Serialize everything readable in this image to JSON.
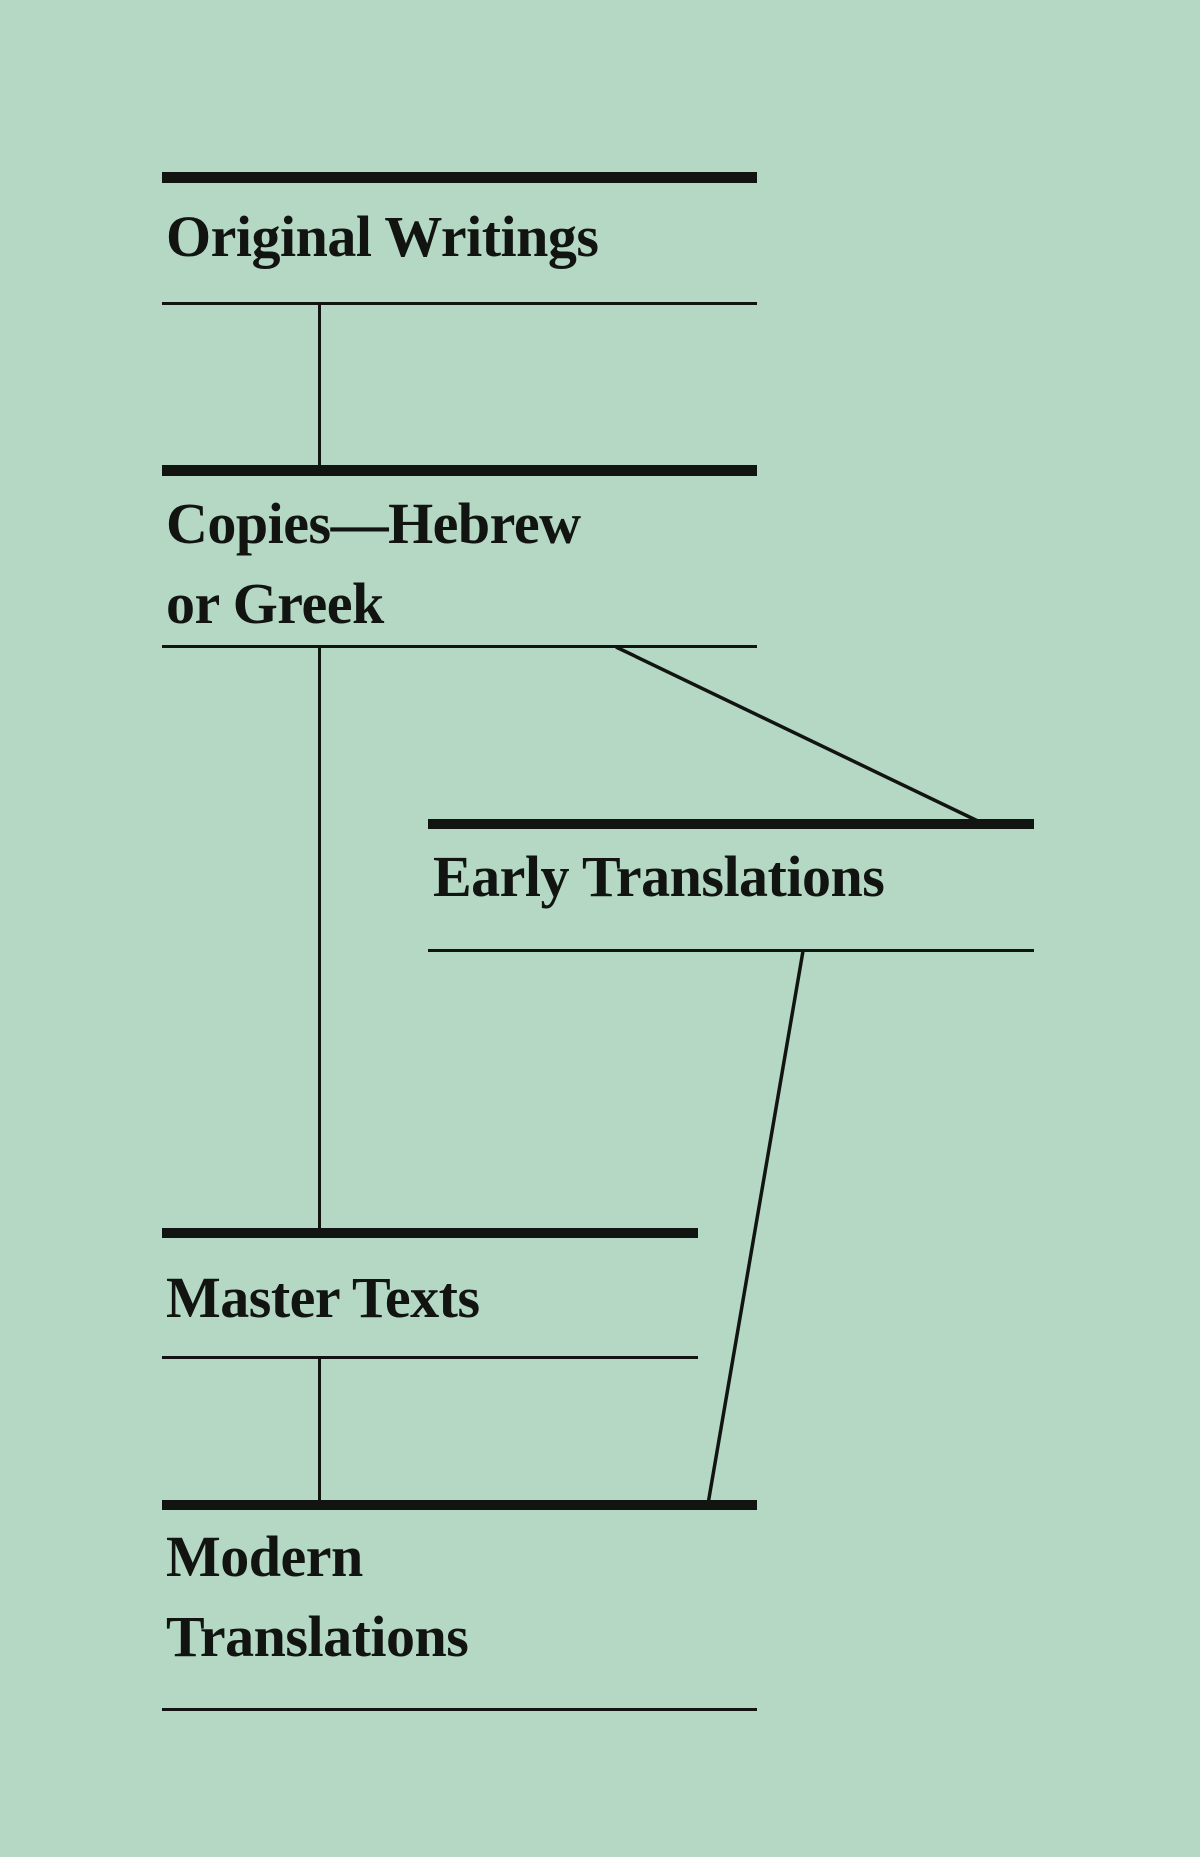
{
  "colors": {
    "background": "#b4d8c4",
    "ink": "#121411"
  },
  "nodes": {
    "original": {
      "line1": "Original Writings"
    },
    "copies": {
      "line1": "Copies—Hebrew",
      "line2": "or Greek"
    },
    "early": {
      "line1": "Early Translations"
    },
    "master": {
      "line1": "Master Texts"
    },
    "modern": {
      "line1": "Modern",
      "line2": "Translations"
    }
  }
}
